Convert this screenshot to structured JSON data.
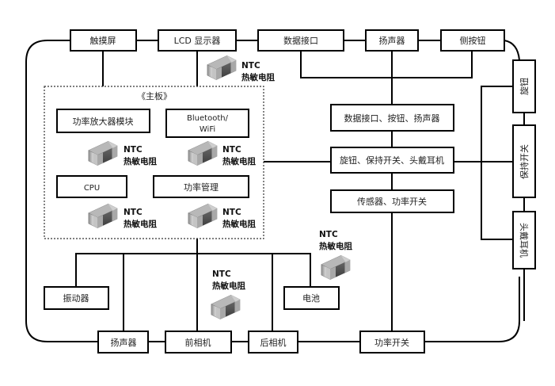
{
  "diagram": {
    "perimeter_boxes": {
      "touchscreen": "触摸屏",
      "lcd": "LCD 显示器",
      "data_port": "数据接口",
      "speaker_top": "扬声器",
      "side_button": "侧按钮",
      "knob": "旋钮",
      "hold_switch": "保持开关",
      "headphone": "头戴耳机",
      "power_switch": "功率开关",
      "rear_camera": "后相机",
      "front_camera": "前相机",
      "speaker_bottom": "扬声器"
    },
    "mainboard": {
      "title": "《主板》",
      "power_amp": "功率放大器模块",
      "bluetooth_line1": "Bluetooth/",
      "bluetooth_line2": "WiFi",
      "cpu": "CPU",
      "power_mgmt": "功率管理"
    },
    "hub_boxes": {
      "hub1": "数据接口、按钮、扬声器",
      "hub2": "旋钮、保持开关、头戴耳机",
      "hub3": "传感器、功率开关"
    },
    "inner_boxes": {
      "vibrator": "振动器",
      "battery": "电池"
    },
    "thermistor": {
      "line1": "NTC",
      "line2": "热敏电阻",
      "count": 7
    }
  }
}
